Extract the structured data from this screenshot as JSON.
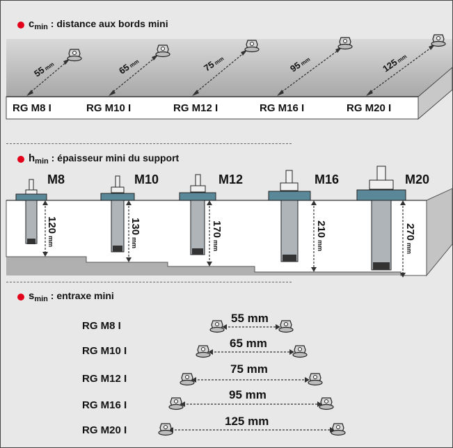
{
  "cmin": {
    "symbol": "c",
    "subscript": "min",
    "description": " : distance aux bords mini",
    "anchors": [
      {
        "label": "RG M8 I",
        "dist": "55",
        "unit": "mm"
      },
      {
        "label": "RG M10 I",
        "dist": "65",
        "unit": "mm"
      },
      {
        "label": "RG M12 I",
        "dist": "75",
        "unit": "mm"
      },
      {
        "label": "RG M16 I",
        "dist": "95",
        "unit": "mm"
      },
      {
        "label": "RG M20 I",
        "dist": "125",
        "unit": "mm"
      }
    ]
  },
  "hmin": {
    "symbol": "h",
    "subscript": "min",
    "description": " : épaisseur mini du support",
    "anchors": [
      {
        "size": "M8",
        "thickness": "120",
        "unit": "mm"
      },
      {
        "size": "M10",
        "thickness": "130",
        "unit": "mm"
      },
      {
        "size": "M12",
        "thickness": "170",
        "unit": "mm"
      },
      {
        "size": "M16",
        "thickness": "210",
        "unit": "mm"
      },
      {
        "size": "M20",
        "thickness": "270",
        "unit": "mm"
      }
    ]
  },
  "smin": {
    "symbol": "s",
    "subscript": "min",
    "description": " : entraxe mini",
    "rows": [
      {
        "label": "RG M8 I",
        "spacing": "55 mm"
      },
      {
        "label": "RG M10 I",
        "spacing": "65 mm"
      },
      {
        "label": "RG M12 I",
        "spacing": "75 mm"
      },
      {
        "label": "RG M16 I",
        "spacing": "95 mm"
      },
      {
        "label": "RG M20 I",
        "spacing": "125 mm"
      }
    ]
  },
  "colors": {
    "accent_dot": "#e2001a",
    "plate": "#5a8898",
    "background": "#e8e8e8",
    "slab_top": "#b0b0b0",
    "slab_front": "#ffffff",
    "slab_side": "#c4c4c4"
  }
}
